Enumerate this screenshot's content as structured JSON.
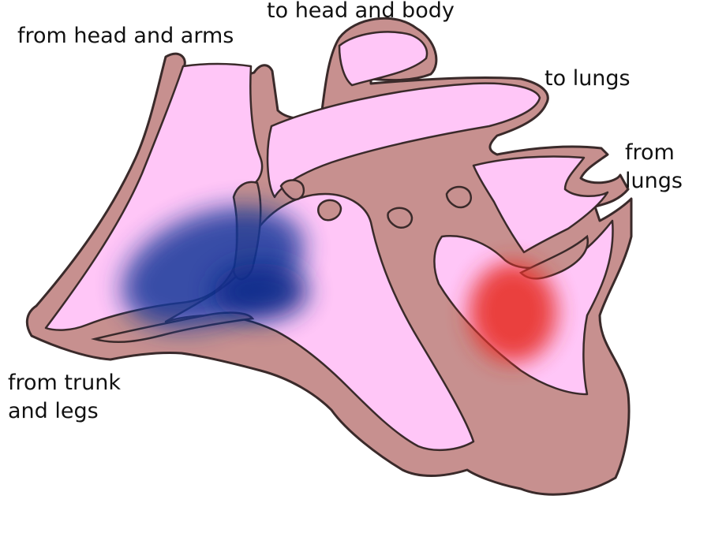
{
  "diagram": {
    "labels": {
      "to_head_and_body": "to head and body",
      "from_head_and_arms": "from head and arms",
      "to_lungs": "to lungs",
      "from_lungs": "from\nlungs",
      "from_trunk_and_legs": "from trunk\nand legs"
    },
    "colors": {
      "muscle": "#c7908f",
      "chamber": "#ffc6f7",
      "outline": "#3a2a2a",
      "deoxygenated_blood": "#17379a",
      "oxygenated_blood": "#e8302a"
    }
  }
}
